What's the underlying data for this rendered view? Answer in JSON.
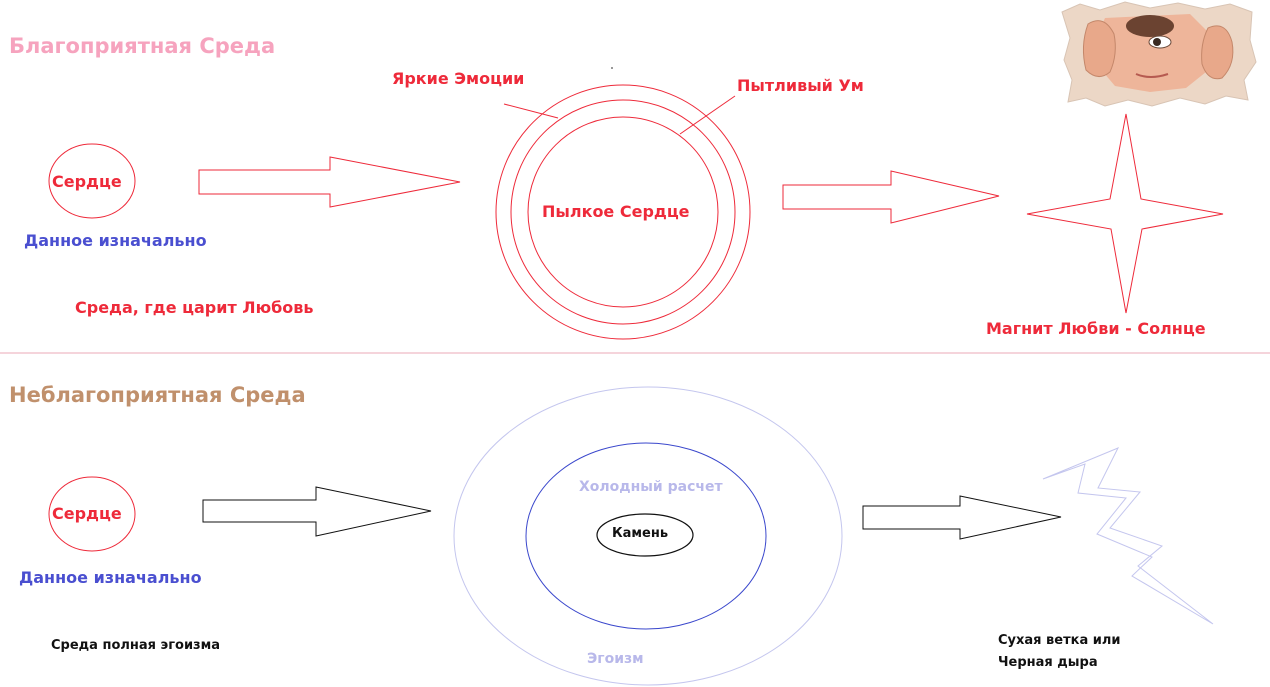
{
  "favorable": {
    "title": "Благоприятная Среда",
    "heart": "Сердце",
    "given": "Данное изначально",
    "env": "Среда, где царит Любовь",
    "emotions": "Яркие Эмоции",
    "mind": "Пытливый Ум",
    "ardent_heart": "Пылкое Сердце",
    "magnet": "Магнит Любви  - Солнце"
  },
  "unfavorable": {
    "title": "Неблагоприятная Среда",
    "heart": "Сердце",
    "given": "Данное изначально",
    "env": "Среда полная эгоизма",
    "cold": "Холодный расчет",
    "stone": "Камень",
    "egoism": "Эгоизм",
    "dry_line1": "Сухая ветка или",
    "dry_line2": "Черная дыра"
  },
  "colors": {
    "red": "#ee2a3a",
    "pink": "#f6a3be",
    "brown": "#c0906c",
    "blue": "#4a4fd0",
    "lavender": "#b8b8ea",
    "circle_blue": "#3a47cc",
    "outer_lavender": "#c4c6ee",
    "divider": "#f2c6cf"
  }
}
